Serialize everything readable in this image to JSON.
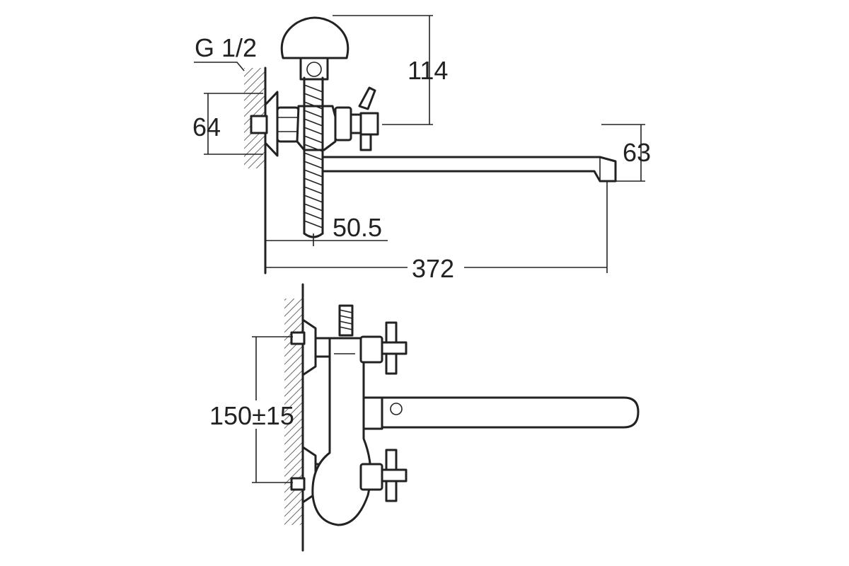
{
  "dimensions": {
    "thread": "G 1/2",
    "height_handle": "114",
    "mount_height": "64",
    "spout_height": "63",
    "hose_offset": "50.5",
    "spout_length": "372",
    "center_distance": "150±15"
  },
  "colors": {
    "line": "#222222",
    "background": "#ffffff"
  }
}
